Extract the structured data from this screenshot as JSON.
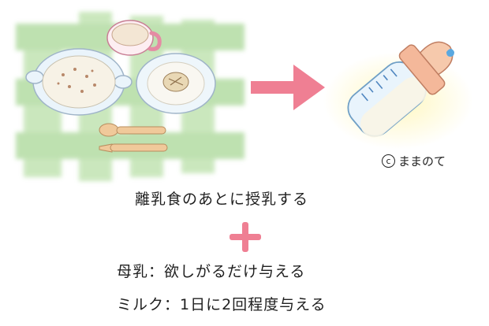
{
  "credit": {
    "mark": "c",
    "text": "ままのて"
  },
  "lines": {
    "main": "離乳食のあとに授乳する",
    "breast_milk": "母乳：欲しがるだけ与える",
    "formula": "ミルク：1日に2回程度与える"
  },
  "colors": {
    "accent_pink": "#ef7f93",
    "check_green": "#9fd28a",
    "bottle_blue": "#cfe6f7"
  },
  "icons": [
    "baby-food-meal-illustration",
    "pink-arrow-right-icon",
    "baby-bottle-illustration",
    "plus-icon"
  ]
}
